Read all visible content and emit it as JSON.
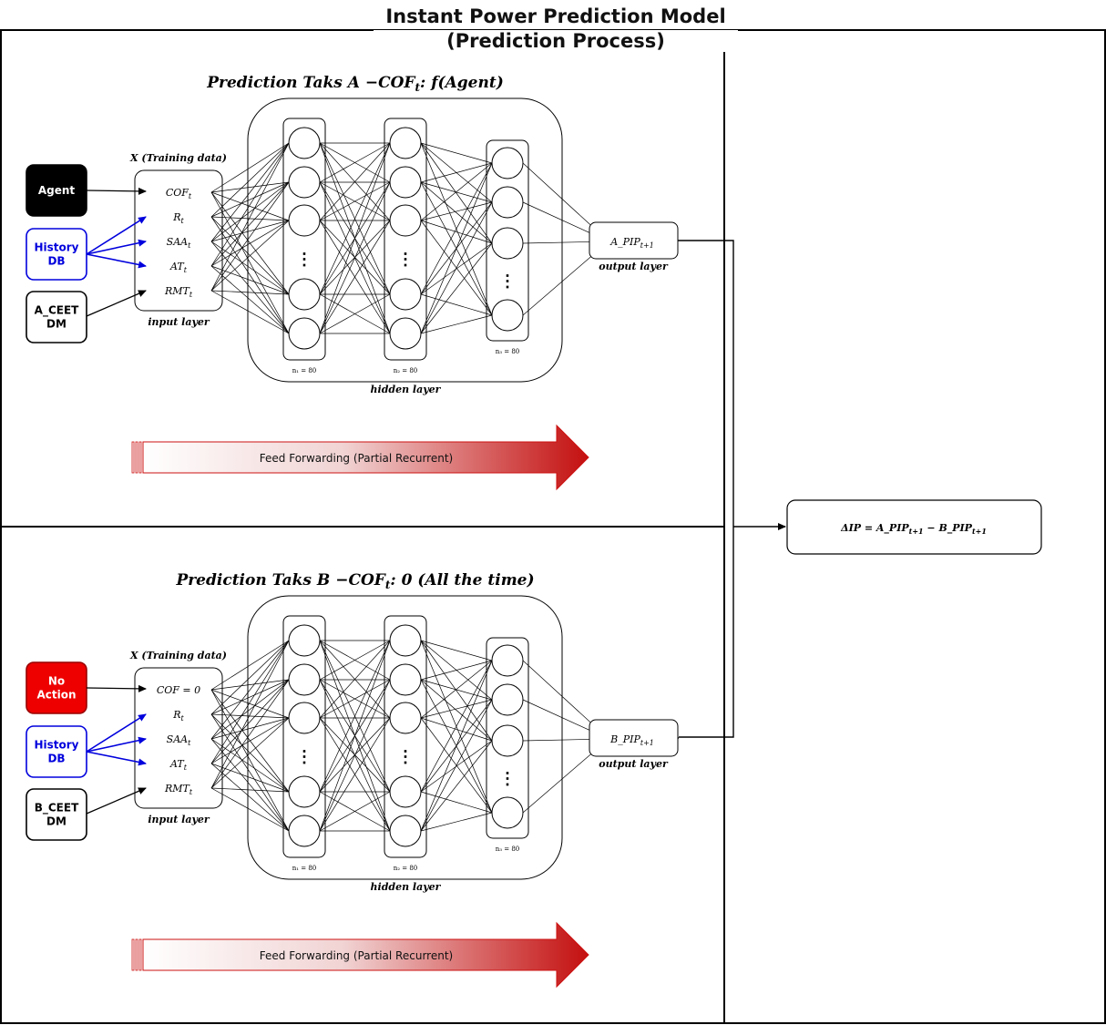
{
  "title": "Instant Power Prediction Model",
  "subtitle": "(Prediction Process)",
  "panels": [
    {
      "id": "a",
      "heading": "Prediction Taks A −COF",
      "heading_sub": "t",
      "heading_tail": ": f(Agent)",
      "training_label": "X (Training data)",
      "inputs": [
        "COF",
        "R",
        "SAA",
        "AT",
        "RMT"
      ],
      "input_subs": [
        "t",
        "t",
        "t",
        "t",
        "t"
      ],
      "input_layer_label": "input layer",
      "sources": [
        {
          "label_lines": [
            "Agent"
          ],
          "style": "dark"
        },
        {
          "label_lines": [
            "History",
            "DB"
          ],
          "style": "blue"
        },
        {
          "label_lines": [
            "A_CEET",
            "DM"
          ],
          "style": "plain"
        }
      ],
      "hidden_label": "hidden layer",
      "layer_sizes": [
        "n₁ = 80",
        "n₂ = 80",
        "n₃ = 80"
      ],
      "output": "A_PIP",
      "output_sub": "t+1",
      "output_layer_label": "output layer",
      "feed_label": "Feed Forwarding (Partial Recurrent)"
    },
    {
      "id": "b",
      "heading": "Prediction Taks B −COF",
      "heading_sub": "t",
      "heading_tail": ": 0 (All the time)",
      "training_label": "X (Training data)",
      "inputs": [
        "COF = 0",
        "R",
        "SAA",
        "AT",
        "RMT"
      ],
      "input_subs": [
        "",
        "t",
        "t",
        "t",
        "t"
      ],
      "input_layer_label": "input layer",
      "sources": [
        {
          "label_lines": [
            "No",
            "Action"
          ],
          "style": "red"
        },
        {
          "label_lines": [
            "History",
            "DB"
          ],
          "style": "blue"
        },
        {
          "label_lines": [
            "B_CEET",
            "DM"
          ],
          "style": "plain"
        }
      ],
      "hidden_label": "hidden layer",
      "layer_sizes": [
        "n₁ = 80",
        "n₂ = 80",
        "n₃ = 80"
      ],
      "output": "B_PIP",
      "output_sub": "t+1",
      "output_layer_label": "output layer",
      "feed_label": "Feed Forwarding (Partial Recurrent)"
    }
  ],
  "result": {
    "prefix": "ΔIP = A_PIP",
    "sub1": "t+1",
    "mid": " − B_PIP",
    "sub2": "t+1"
  },
  "ellipsis": "⋮",
  "colors": {
    "agent": "#000000",
    "no_action": "#ee0000",
    "history": "#0000dd",
    "arrow_red": "#cc1111"
  }
}
